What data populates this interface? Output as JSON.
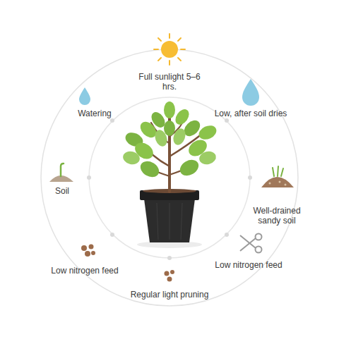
{
  "diagram": {
    "labels": [
      "Full sunlight 5–6 hrs.",
      "Watering",
      "Low, after soil dries",
      "Soil",
      "Well-drained sandy soil",
      "Low nitrogen feed",
      "Low nitrogen feed",
      "Regular light pruning"
    ]
  }
}
